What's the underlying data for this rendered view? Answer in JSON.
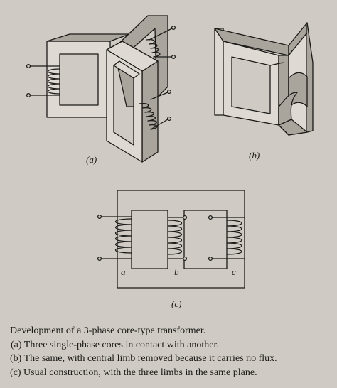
{
  "figure": {
    "panel_labels": {
      "a": "(a)",
      "b": "(b)",
      "c": "(c)"
    },
    "limb_labels": [
      "a",
      "b",
      "c"
    ]
  },
  "caption": {
    "title": "Development of a 3-phase core-type transformer.",
    "lines": [
      "(a) Three single-phase cores in contact with another.",
      "(b) The same, with central limb removed because it carries no flux.",
      "(c) Usual construction, with the three limbs in the same plane."
    ]
  },
  "colors": {
    "paper": "#cfcbc4",
    "ink": "#1c1a18",
    "shade": "#a9a49c",
    "face": "#dedad3"
  }
}
